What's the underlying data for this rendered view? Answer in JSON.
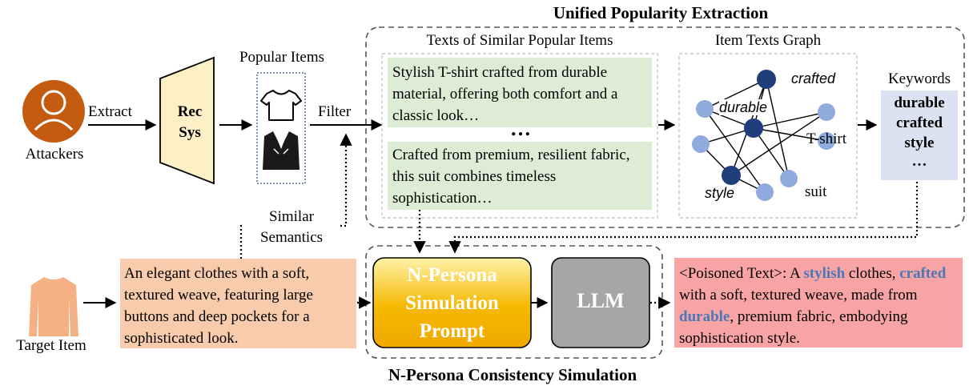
{
  "titles": {
    "extraction": "Unified Popularity Extraction",
    "simulation": "N-Persona Consistency Simulation"
  },
  "attackers": {
    "label": "Attackers"
  },
  "edges": {
    "extract": "Extract",
    "filter": "Filter",
    "similar_semantics_line1": "Similar",
    "similar_semantics_line2": "Semantics"
  },
  "recsys": {
    "line1": "Rec",
    "line2": "Sys"
  },
  "popular_items": {
    "label": "Popular Items",
    "icons": [
      "t-shirt-icon",
      "suit-jacket-icon"
    ]
  },
  "similar_texts": {
    "title": "Texts of Similar Popular Items",
    "text1": "Stylish T-shirt crafted  from durable material,  offering both comfort and a classic look…",
    "ellipsis": "…",
    "text2": "Crafted from premium, resilient fabric, this suit combines timeless sophistication…"
  },
  "graph": {
    "title": "Item Texts Graph",
    "labels": {
      "crafted": "crafted",
      "durable": "durable",
      "tshirt": "T-shirt",
      "suit": "suit",
      "style": "style"
    }
  },
  "keywords": {
    "title": "Keywords",
    "items": [
      "durable",
      "crafted",
      "style"
    ],
    "more": "…"
  },
  "target_item": {
    "label": "Target Item",
    "text": "An elegant clothes with a soft, textured weave, featuring large buttons and deep pockets for a sophisticated look."
  },
  "persona_prompt": {
    "line1": "N-Persona",
    "line2": "Simulation",
    "line3": "Prompt"
  },
  "llm": {
    "label": "LLM"
  },
  "poisoned": {
    "prefix": "<Poisoned Text>: A ",
    "kw1": "stylish",
    "mid1": " clothes,",
    "kw2": "crafted",
    "mid2": " with a soft, textured weave, made from ",
    "kw3": "durable",
    "rest": ", premium fabric, embodying sophistication style."
  },
  "colors": {
    "attacker_orange": "#c55a11",
    "recsys_fill": "#fdf0c7",
    "green_box": "#dcecd5",
    "keywords_box": "#dbe3f3",
    "target_box": "#f7cbac",
    "prompt_gold": "#f5b800",
    "llm_gray": "#a6a6a6",
    "poison_box": "#f8a3a4",
    "keyword_blue": "#4a78b8",
    "node_dark": "#1f3f7a",
    "node_light": "#8faadc"
  }
}
